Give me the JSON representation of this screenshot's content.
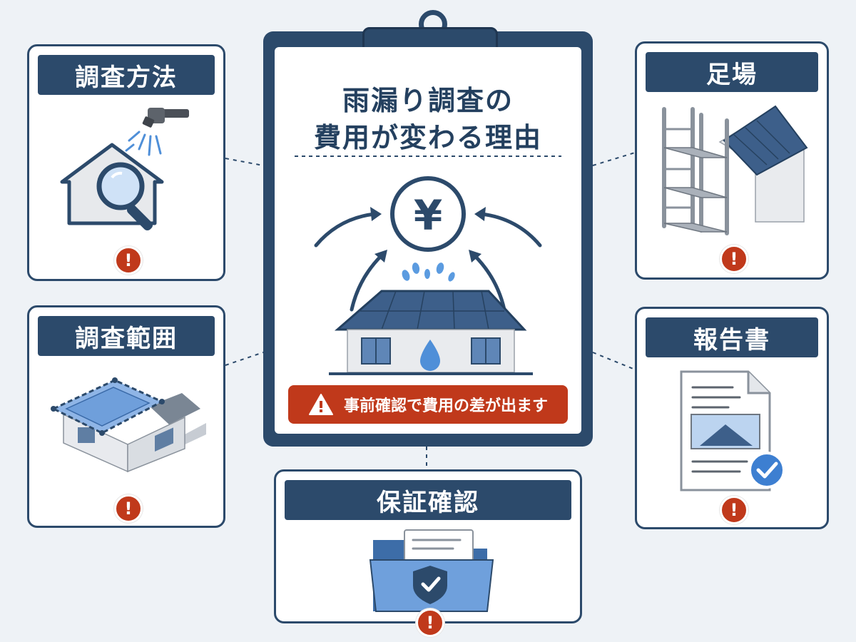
{
  "center": {
    "title_line1": "雨漏り調査の",
    "title_line2": "費用が変わる理由",
    "currency_symbol": "¥",
    "warning_text": "事前確認で費用の差が出ます"
  },
  "cards": {
    "method": {
      "label": "調査方法",
      "alert": "!"
    },
    "scope": {
      "label": "調査範囲",
      "alert": "!"
    },
    "scaffold": {
      "label": "足場",
      "alert": "!"
    },
    "report": {
      "label": "報告書",
      "alert": "!"
    },
    "warranty": {
      "label": "保証確認",
      "alert": "!"
    }
  },
  "colors": {
    "navy": "#2c4a6b",
    "alert_red": "#c0391b",
    "accent_blue": "#5b8ed0",
    "background": "#eef2f6"
  },
  "icons": [
    "house-magnifier-icon",
    "sprinkler-icon",
    "roof-area-icon",
    "scaffold-icon",
    "report-document-icon",
    "checkmark-icon",
    "shield-folder-icon",
    "yen-icon",
    "water-drop-icon",
    "warning-triangle-icon"
  ]
}
